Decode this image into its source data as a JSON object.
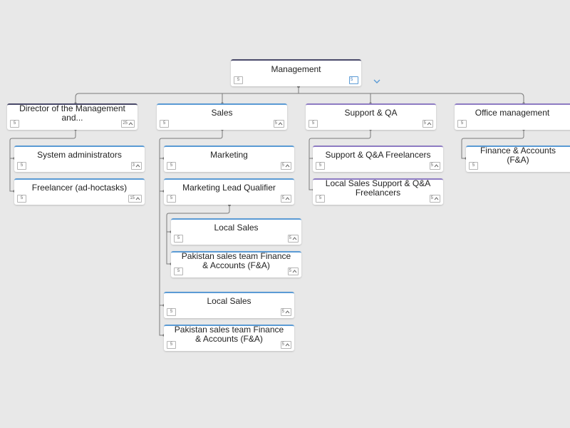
{
  "colors": {
    "background": "#e8e8e8",
    "node_accent_blue": "#5b9bd5",
    "node_accent_purple": "#8e7cc3",
    "connector": "#7a7a7a"
  },
  "root": {
    "title": "Management",
    "left_badge": "5",
    "right_badge": "5",
    "expand_icon": "chevron-down-icon"
  },
  "departments": [
    {
      "title": "Director of the Management and...",
      "left_badge": "5",
      "right_badge": "25"
    },
    {
      "title": "Sales",
      "left_badge": "5",
      "right_badge": "5"
    },
    {
      "title": "Support & QA",
      "left_badge": "5",
      "right_badge": "5"
    },
    {
      "title": "Office management",
      "left_badge": "5",
      "right_badge": ""
    }
  ],
  "director_children": [
    {
      "title": "System administrators",
      "left_badge": "5",
      "right_badge": "3"
    },
    {
      "title": "Freelancer (ad-hoctasks)",
      "left_badge": "5",
      "right_badge": "15"
    }
  ],
  "sales_children": [
    {
      "title": "Marketing",
      "left_badge": "5",
      "right_badge": "5"
    },
    {
      "title": "Marketing Lead Qualifier",
      "left_badge": "5",
      "right_badge": "5"
    },
    {
      "title": "Local Sales",
      "left_badge": "5",
      "right_badge": "5"
    },
    {
      "title": "Pakistan sales team Finance & Accounts (F&A)",
      "left_badge": "5",
      "right_badge": "5"
    }
  ],
  "lead_qualifier_children": [
    {
      "title": "Local Sales",
      "left_badge": "5",
      "right_badge": "5"
    },
    {
      "title": "Pakistan sales team Finance & Accounts (F&A)",
      "left_badge": "5",
      "right_badge": "5"
    }
  ],
  "support_children": [
    {
      "title": "Support & Q&A Freelancers",
      "left_badge": "5",
      "right_badge": "5"
    },
    {
      "title": "Local Sales Support & Q&A Freelancers",
      "left_badge": "5",
      "right_badge": "5"
    }
  ],
  "office_children": [
    {
      "title": "Finance & Accounts (F&A)",
      "left_badge": "5",
      "right_badge": ""
    }
  ]
}
